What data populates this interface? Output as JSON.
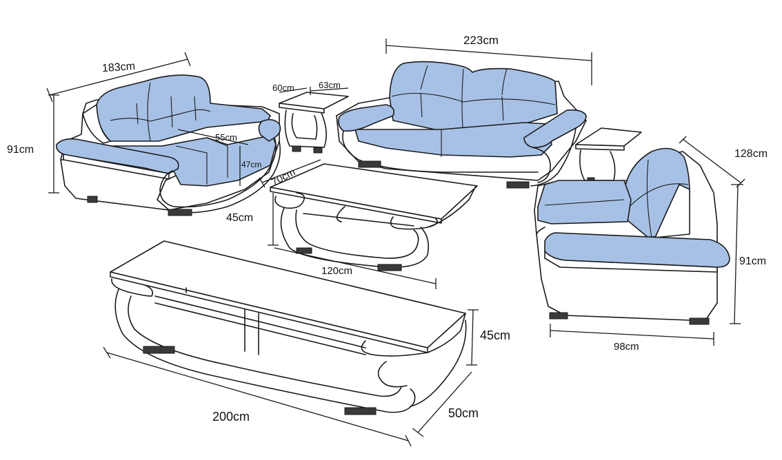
{
  "colors": {
    "upholstery": "#a7c1e6",
    "frame": "#ffffff",
    "outline": "#1a1a1a",
    "feet": "#3a3a3a"
  },
  "loveseat": {
    "width": "183cm",
    "height": "91cm",
    "seat_depth": "55cm",
    "seat_height": "47cm"
  },
  "end_table": {
    "width": "60cm",
    "depth": "63cm"
  },
  "three_seater": {
    "width": "223cm"
  },
  "armchair": {
    "depth": "128cm",
    "height": "91cm",
    "width": "98cm"
  },
  "coffee_table": {
    "depth": "70cm",
    "height": "45cm",
    "length": "120cm"
  },
  "tv_stand": {
    "height": "45cm",
    "depth": "50cm",
    "length": "200cm"
  }
}
